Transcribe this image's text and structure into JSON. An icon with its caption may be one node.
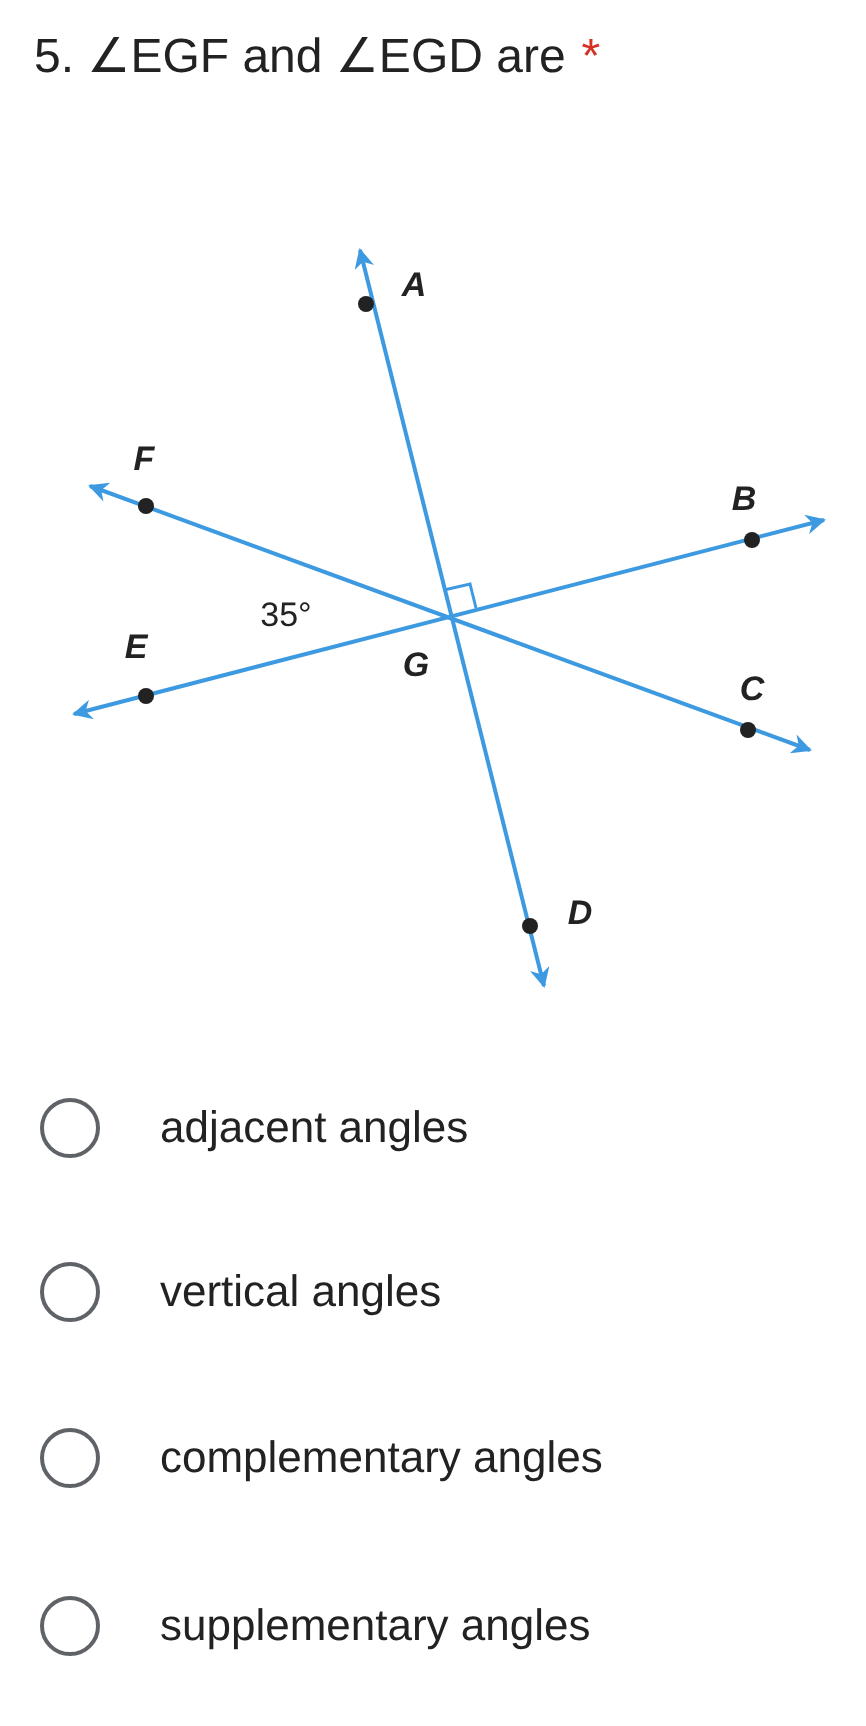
{
  "diagram": {
    "title": "5. ∠EGF and ∠EGD are",
    "labels": [
      "*",
      "A",
      "F",
      "B",
      "35°",
      "E",
      "G",
      "C",
      "D",
      "adjacent angles",
      "vertical angles",
      "complementary angles",
      "supplementary angles"
    ]
  }
}
